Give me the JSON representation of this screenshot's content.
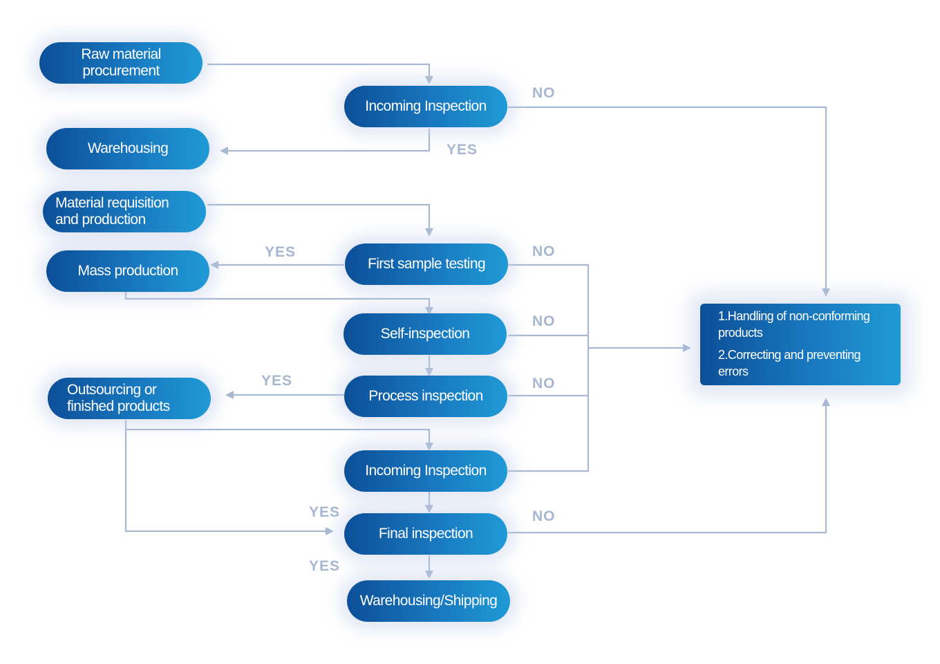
{
  "nodes": {
    "raw_material": "Raw material procurement",
    "incoming_inspection_1": "Incoming Inspection",
    "warehousing": "Warehousing",
    "material_requisition": "Material requisition and production",
    "first_sample_testing": "First sample testing",
    "mass_production": "Mass production",
    "self_inspection": "Self-inspection",
    "process_inspection": "Process inspection",
    "outsourcing": "Outsourcing or finished products",
    "incoming_inspection_2": "Incoming Inspection",
    "final_inspection": "Final inspection",
    "warehousing_shipping": "Warehousing/Shipping"
  },
  "result_box": {
    "item1": "1.Handling of non-conforming products",
    "item2": "2.Correcting and preventing errors"
  },
  "labels": {
    "no": "NO",
    "yes": "YES"
  },
  "colors": {
    "node_dark": "#0c4f98",
    "node_light": "#1f9ad6",
    "connector": "#a9b8d1",
    "label": "#a7b7cf"
  }
}
